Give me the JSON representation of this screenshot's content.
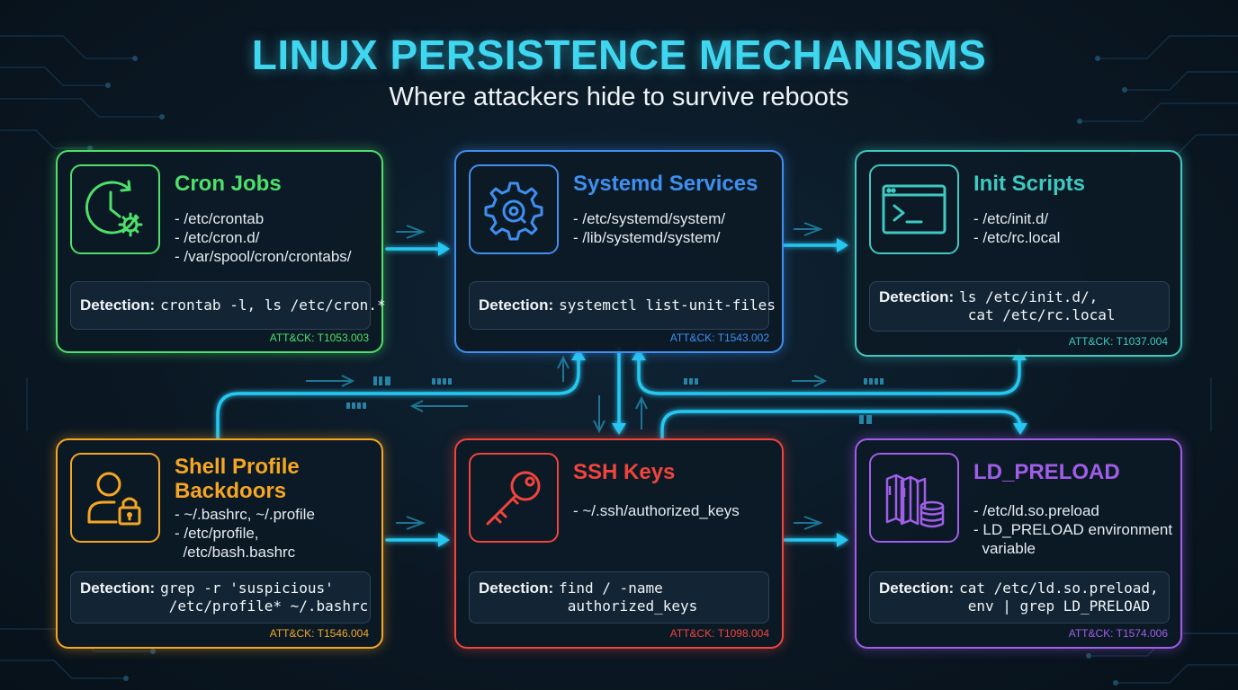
{
  "header": {
    "title": "LINUX PERSISTENCE MECHANISMS",
    "subtitle": "Where attackers hide to survive reboots"
  },
  "detection_label": "Detection:",
  "cards": [
    {
      "id": "cron",
      "title": "Cron Jobs",
      "icon": "clock-gear-icon",
      "color": "#4ee06a",
      "paths": [
        "- /etc/crontab",
        "- /etc/cron.d/",
        "- /var/spool/cron/crontabs/"
      ],
      "detection": "crontab -l, ls /etc/cron.*",
      "attck": "ATT&CK: T1053.003"
    },
    {
      "id": "systemd",
      "title": "Systemd Services",
      "icon": "gear-icon",
      "color": "#3f8ff0",
      "paths": [
        "- /etc/systemd/system/",
        "- /lib/systemd/system/"
      ],
      "detection": "systemctl list-unit-files",
      "attck": "ATT&CK: T1543.002"
    },
    {
      "id": "init",
      "title": "Init Scripts",
      "icon": "terminal-icon",
      "color": "#3fc9c0",
      "paths": [
        "- /etc/init.d/",
        "- /etc/rc.local"
      ],
      "detection": "ls /etc/init.d/,\n cat /etc/rc.local",
      "attck": "ATT&CK: T1037.004"
    },
    {
      "id": "shell",
      "title": "Shell Profile\nBackdoors",
      "icon": "user-lock-icon",
      "color": "#f5a623",
      "paths": [
        "- ~/.bashrc, ~/.profile",
        "- /etc/profile,",
        "  /etc/bash.bashrc"
      ],
      "detection": "grep -r 'suspicious'\n /etc/profile* ~/.bashrc",
      "attck": "ATT&CK: T1546.004"
    },
    {
      "id": "ssh",
      "title": "SSH Keys",
      "icon": "key-icon",
      "color": "#f0443c",
      "paths": [
        "- ~/.ssh/authorized_keys"
      ],
      "detection": "find / -name\n authorized_keys",
      "attck": "ATT&CK: T1098.004"
    },
    {
      "id": "ldpreload",
      "title": "LD_PRELOAD",
      "icon": "library-database-icon",
      "color": "#a05ee8",
      "paths": [
        "- /etc/ld.so.preload",
        "- LD_PRELOAD environment",
        "  variable"
      ],
      "detection": "cat /etc/ld.so.preload,\n env | grep LD_PRELOAD",
      "attck": "ATT&CK: T1574.006"
    }
  ],
  "colors": {
    "connector": "#27c8f2",
    "title": "#3fd6f0",
    "background": "#0b1824"
  }
}
